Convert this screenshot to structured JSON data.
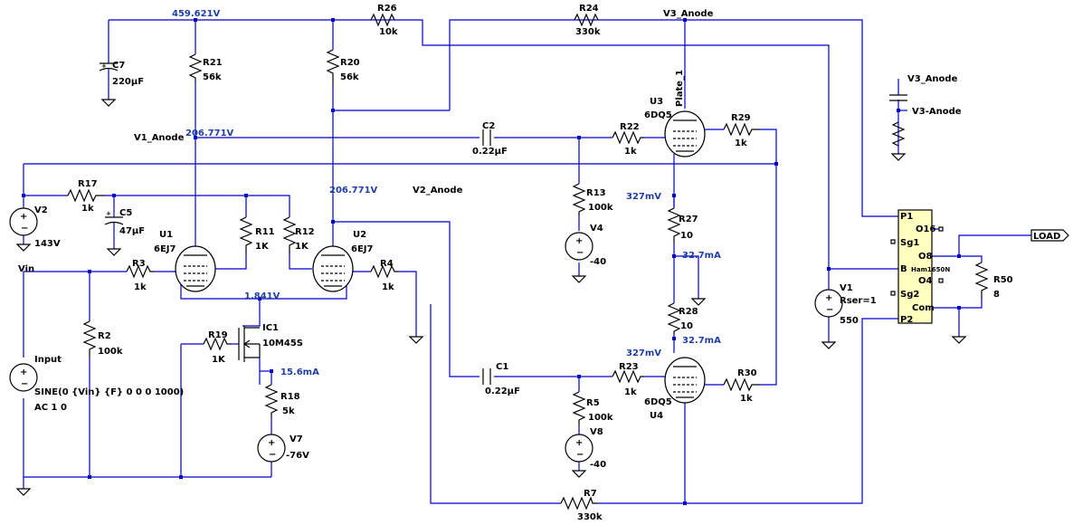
{
  "components": {
    "R26": {
      "ref": "R26",
      "value": "10k"
    },
    "R24": {
      "ref": "R24",
      "value": "330k"
    },
    "R21": {
      "ref": "R21",
      "value": "56k"
    },
    "R20": {
      "ref": "R20",
      "value": "56k"
    },
    "C7": {
      "ref": "C7",
      "value": "220µF"
    },
    "C2": {
      "ref": "C2",
      "value": "0.22µF"
    },
    "R22": {
      "ref": "R22",
      "value": "1k"
    },
    "R29": {
      "ref": "R29",
      "value": "1k"
    },
    "U3": {
      "ref": "U3",
      "value": "6DQ5",
      "grid_label": "Plate_1"
    },
    "R17": {
      "ref": "R17",
      "value": "1k"
    },
    "C5": {
      "ref": "C5",
      "value": "47µF"
    },
    "V2": {
      "ref": "V2",
      "value": "143V"
    },
    "U1": {
      "ref": "U1",
      "value": "6EJ7"
    },
    "R11": {
      "ref": "R11",
      "value": "1K"
    },
    "R12": {
      "ref": "R12",
      "value": "1K"
    },
    "U2": {
      "ref": "U2",
      "value": "6EJ7"
    },
    "R13": {
      "ref": "R13",
      "value": "100k"
    },
    "V4": {
      "ref": "V4",
      "value": "-40"
    },
    "R27": {
      "ref": "R27",
      "value": "10"
    },
    "R28": {
      "ref": "R28",
      "value": "10"
    },
    "R3": {
      "ref": "R3",
      "value": "1k"
    },
    "R4": {
      "ref": "R4",
      "value": "1k"
    },
    "R2": {
      "ref": "R2",
      "value": "100k"
    },
    "IC1": {
      "ref": "IC1",
      "value": "10M45S"
    },
    "R19": {
      "ref": "R19",
      "value": "1K"
    },
    "R18": {
      "ref": "R18",
      "value": "5k"
    },
    "V7": {
      "ref": "V7",
      "value": "-76V"
    },
    "C1": {
      "ref": "C1",
      "value": "0.22µF"
    },
    "R23": {
      "ref": "R23",
      "value": "1k"
    },
    "R30": {
      "ref": "R30",
      "value": "1k"
    },
    "U4": {
      "ref": "U4",
      "value": "6DQ5"
    },
    "R5": {
      "ref": "R5",
      "value": "100k"
    },
    "V8": {
      "ref": "V8",
      "value": "-40"
    },
    "R7": {
      "ref": "R7",
      "value": "330k"
    },
    "V1": {
      "ref": "V1",
      "value": "550",
      "param": "Rser=1"
    },
    "R50": {
      "ref": "R50",
      "value": "8"
    },
    "Input": {
      "ref": "Input",
      "spec": "SINE(0 {Vin} {F} 0 0 0 1000)",
      "ac": "AC 1 0"
    },
    "XFMR": {
      "name": "Ham1650N",
      "pins": [
        "P1",
        "O16",
        "Sg1",
        "O8",
        "B",
        "O4",
        "Sg2",
        "Com",
        "P2"
      ]
    }
  },
  "nets": {
    "v3_anode": "V3_Anode",
    "v3_anode_ref": "V3_Anode",
    "v3_anode_alt": "V3-Anode",
    "v1_anode": "V1_Anode",
    "v2_anode": "V2_Anode",
    "vin": "Vin",
    "load": "LOAD"
  },
  "annotations": {
    "supply_voltage": "459.621V",
    "v1_anode_voltage": "206.771V",
    "v2_anode_voltage": "206.771V",
    "tail_voltage": "1.841V",
    "ic1_current": "15.6mA",
    "u3_cathode_voltage": "327mV",
    "r27_current": "32.7mA",
    "u4_cathode_voltage": "327mV",
    "r28_current": "32.7mA"
  }
}
